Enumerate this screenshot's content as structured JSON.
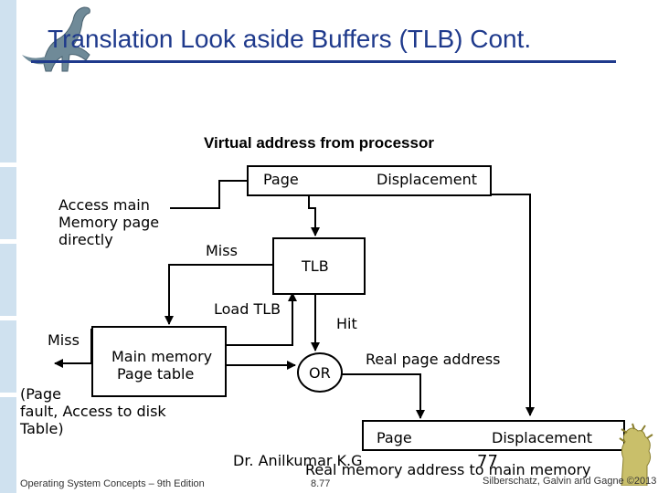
{
  "slide": {
    "title": "Translation Look aside Buffers (TLB) Cont.",
    "logo_icon": "dinosaur-icon",
    "corner_icon": "dinosaur-icon"
  },
  "diagram": {
    "heading": "Virtual address from processor",
    "va_page": "Page",
    "va_displacement": "Displacement",
    "access_main": [
      "Access main",
      "Memory page",
      "directly"
    ],
    "miss_tlb": "Miss",
    "tlb": "TLB",
    "load_tlb": "Load TLB",
    "hit": "Hit",
    "miss_pt": "Miss",
    "main_memory_pt": [
      "Main memory",
      "Page table"
    ],
    "or": "OR",
    "real_page_address": "Real page address",
    "page_fault": [
      "(Page",
      "fault, Access to disk",
      "Table)"
    ],
    "ra_page": "Page",
    "ra_displacement": "Displacement",
    "real_memory": "Real memory address to main memory"
  },
  "footer": {
    "left": "Operating System Concepts – 9th Edition",
    "author": "Dr. Anilkumar K.G",
    "slide_no_big": "77",
    "center": "8.77",
    "right": "Silberschatz, Galvin and Gagne ©2013"
  }
}
